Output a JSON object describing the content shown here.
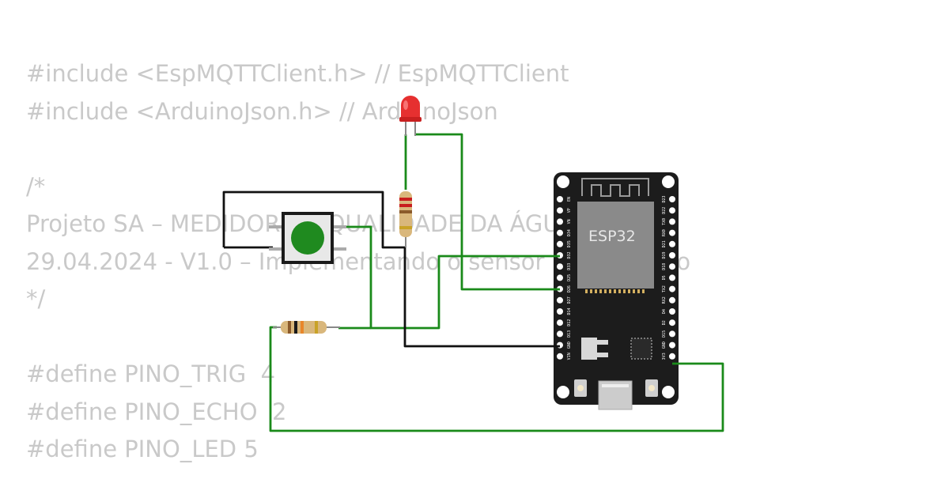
{
  "code_lines": [
    "#include <EspMQTTClient.h> // EspMQTTClient",
    "#include <ArduinoJson.h> // ArduinoJson",
    "",
    "/*",
    "Projeto SA – MEDIDOR DE QUALIDADE DA ÁGUA",
    "29.04.2024 - V1.0 – Implementando o sensor ultrassônico",
    "*/",
    "",
    "#define PINO_TRIG  4",
    "#define PINO_ECHO  2",
    "#define PINO_LED 5"
  ],
  "board": {
    "chip_label": "ESP32",
    "left_pins": [
      "EN",
      "VP",
      "VN",
      "D34",
      "D35",
      "D32",
      "D33",
      "D25",
      "D26",
      "D27",
      "D14",
      "D12",
      "D13",
      "GND",
      "VIN"
    ],
    "right_pins": [
      "D23",
      "D22",
      "TX0",
      "RX0",
      "D21",
      "D19",
      "D18",
      "D5",
      "TX2",
      "RX2",
      "D4",
      "D2",
      "D15",
      "GND",
      "3V3"
    ]
  },
  "colors": {
    "wire_green": "#1a8a1a",
    "wire_black": "#111111",
    "board": "#1c1c1c",
    "chip": "#8a8a8a",
    "button_cap": "#1f8a1f",
    "led": "#e63030",
    "code_text": "#c9c9c9"
  }
}
